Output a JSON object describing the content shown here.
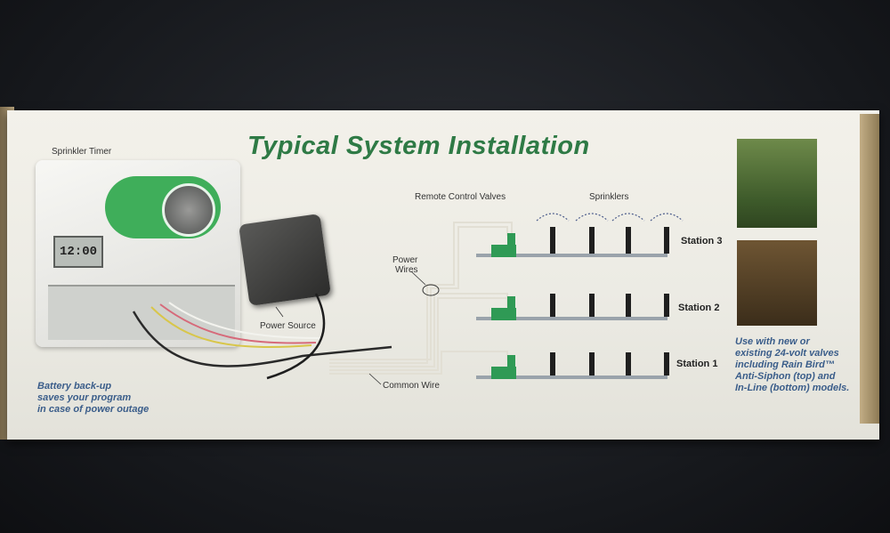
{
  "box": {
    "title": "Typical System Installation",
    "labels": {
      "sprinkler_timer": "Sprinkler Timer",
      "remote_control_valves": "Remote Control Valves",
      "sprinklers": "Sprinklers",
      "power_wires_line1": "Power",
      "power_wires_line2": "Wires",
      "power_source": "Power Source",
      "common_wire": "Common Wire",
      "station_3": "Station 3",
      "station_2": "Station 2",
      "station_1": "Station 1"
    },
    "timer_display": "12:00",
    "battery_note": [
      "Battery back-up",
      "saves your program",
      "in case of power outage"
    ],
    "valves_note": [
      "Use with new or",
      "existing 24-volt valves",
      "including Rain Bird™",
      "Anti-Siphon (top) and",
      "In-Line (bottom) models."
    ],
    "colors": {
      "title_green": "#2e7a45",
      "note_blue": "#3a5d8a",
      "valve_green": "#2f9a55"
    }
  }
}
